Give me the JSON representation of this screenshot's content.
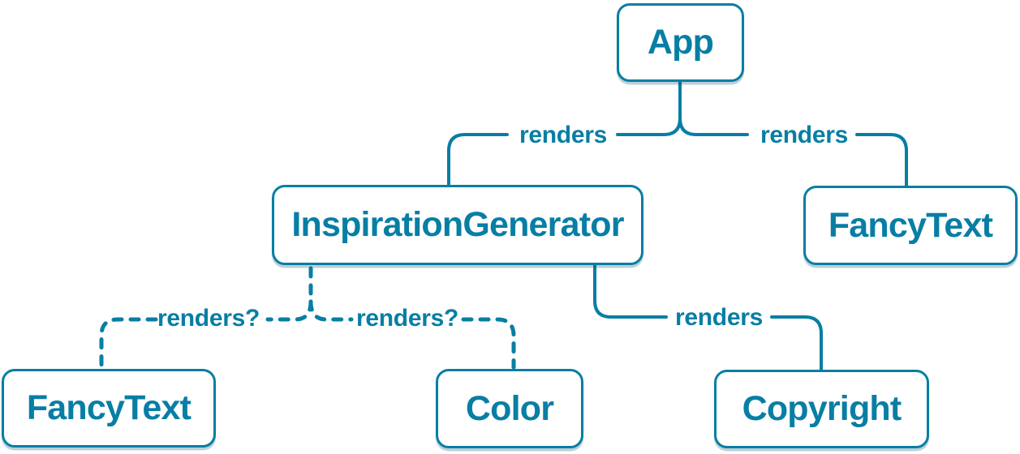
{
  "diagram": {
    "type": "component-render-tree",
    "accent_color": "#087ea4",
    "node_background": "#ffffff",
    "nodes": [
      {
        "id": "app",
        "label": "App"
      },
      {
        "id": "inspiration-generator",
        "label": "InspirationGenerator"
      },
      {
        "id": "fancy-text-top",
        "label": "FancyText"
      },
      {
        "id": "fancy-text-bottom",
        "label": "FancyText"
      },
      {
        "id": "color",
        "label": "Color"
      },
      {
        "id": "copyright",
        "label": "Copyright"
      }
    ],
    "edges": [
      {
        "from": "App",
        "to": "InspirationGenerator",
        "label": "renders",
        "style": "solid"
      },
      {
        "from": "App",
        "to": "FancyText",
        "label": "renders",
        "style": "solid"
      },
      {
        "from": "InspirationGenerator",
        "to": "FancyText",
        "label": "renders?",
        "style": "dashed"
      },
      {
        "from": "InspirationGenerator",
        "to": "Color",
        "label": "renders?",
        "style": "dashed"
      },
      {
        "from": "InspirationGenerator",
        "to": "Copyright",
        "label": "renders",
        "style": "solid"
      }
    ]
  }
}
